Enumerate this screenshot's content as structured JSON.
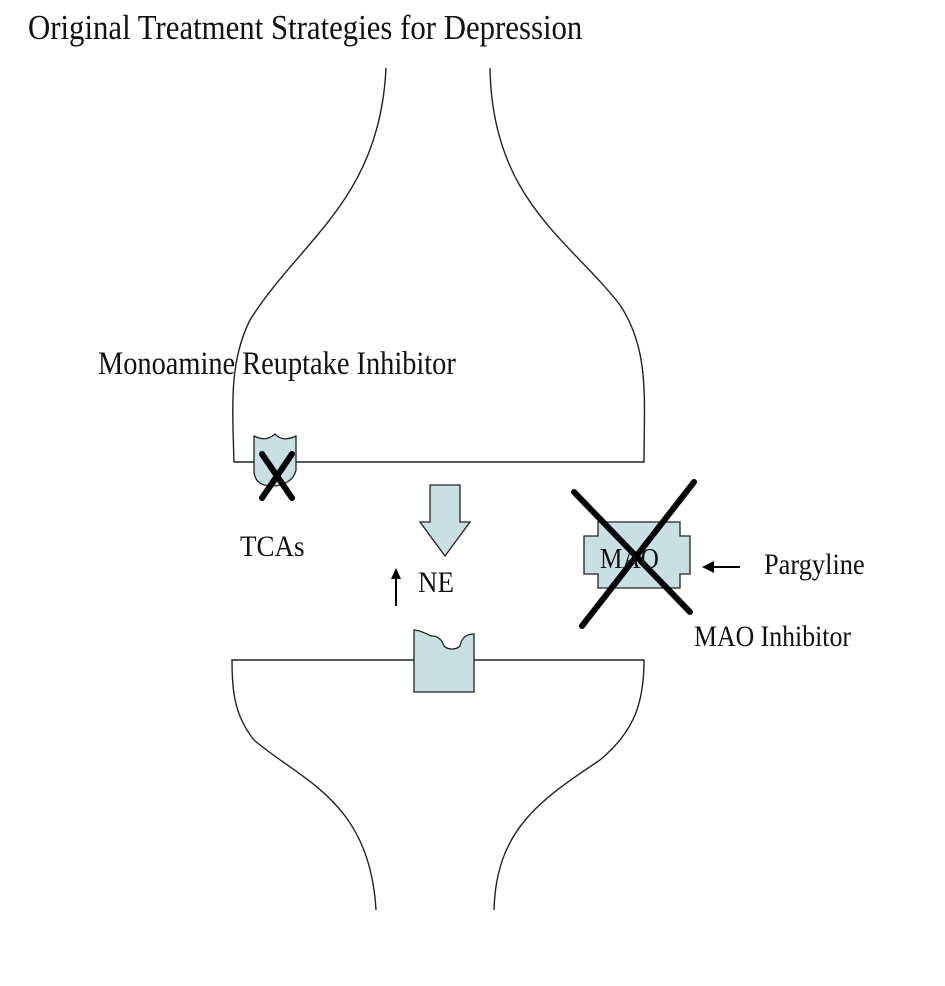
{
  "title": "Original Treatment Strategies for Depression",
  "labels": {
    "reuptake_inhibitor": "Monoamine Reuptake Inhibitor",
    "tcas": "TCAs",
    "ne": "NE",
    "mao": "MAO",
    "pargyline": "Pargyline",
    "mao_inhibitor": "MAO Inhibitor"
  },
  "colors": {
    "fill": "#c8e0e4",
    "stroke": "#222222",
    "cross": "#000000"
  },
  "icons": {
    "ne_increase": "up-arrow-icon",
    "pargyline_pointer": "left-arrow-icon",
    "release_arrow": "down-arrow-icon"
  }
}
